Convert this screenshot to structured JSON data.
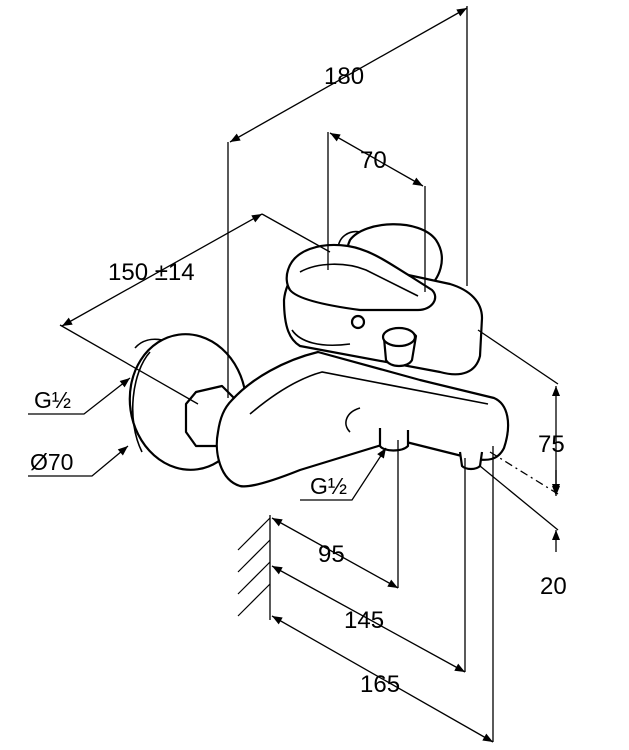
{
  "dimensions": {
    "width_total": "180",
    "lever_offset": "70",
    "center_distance": "150 ±14",
    "thread_inlet": "G½",
    "rosette_diameter": "Ø70",
    "thread_outlet": "G½",
    "outlet_depth": "95",
    "body_depth": "145",
    "overall_depth": "165",
    "height": "75",
    "bottom_offset": "20"
  }
}
